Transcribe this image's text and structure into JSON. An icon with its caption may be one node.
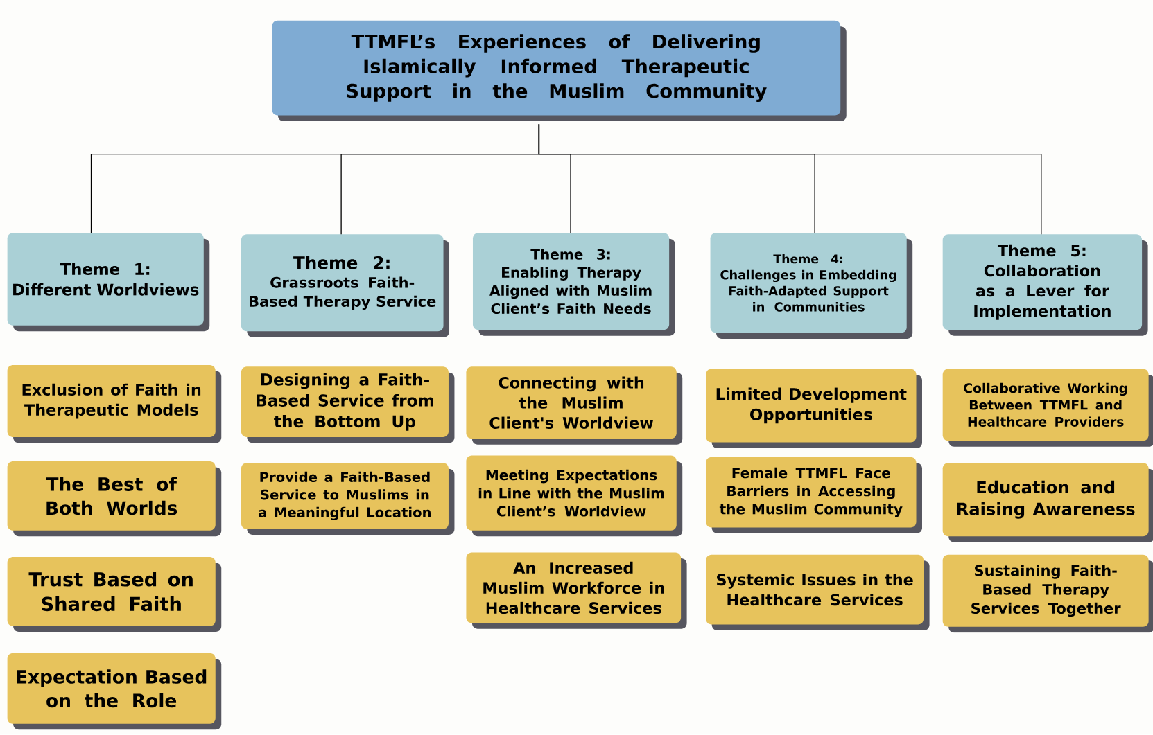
{
  "diagram": {
    "nodes": [
      {
        "text": [
          "TTMFL’s Experiences of Delivering Islamically Informed Therapeutic Support in the Muslim Community"
        ]
      },
      {
        "text": [
          "Theme 1:",
          "Different Worldviews"
        ]
      },
      {
        "text": [
          "Theme 2:",
          "Grassroots Faith-Based Therapy Service"
        ]
      },
      {
        "text": [
          "Theme 3:",
          "Enabling Therapy Aligned with Muslim Client’s Faith Needs"
        ]
      },
      {
        "text": [
          "Theme 4:",
          "Challenges in Embedding Faith-Adapted Support in Communities"
        ]
      },
      {
        "text": [
          "Theme 5:",
          "Collaboration as a Lever for Implementation"
        ]
      },
      {
        "text": [
          "Exclusion of Faith in Therapeutic Models"
        ]
      },
      {
        "text": [
          "The Best of Both Worlds"
        ]
      },
      {
        "text": [
          "Trust Based on Shared Faith"
        ]
      },
      {
        "text": [
          "Expectation Based on the Role"
        ]
      },
      {
        "text": [
          "Designing a Faith-Based Service from the Bottom Up"
        ]
      },
      {
        "text": [
          "Provide a Faith-Based Service to Muslims in a Meaningful Location"
        ]
      },
      {
        "text": [
          "Connecting with the Muslim Client's Worldview"
        ]
      },
      {
        "text": [
          "Meeting Expectations in Line with the Muslim Client’s Worldview"
        ]
      },
      {
        "text": [
          "An Increased Muslim Workforce in Healthcare Services"
        ]
      },
      {
        "text": [
          "Limited Development Opportunities"
        ]
      },
      {
        "text": [
          "Female TTMFL Face Barriers in Accessing the Muslim Community"
        ]
      },
      {
        "text": [
          "Systemic Issues in the Healthcare Services"
        ]
      },
      {
        "text": [
          "Collaborative Working Between TTMFL and Healthcare Providers"
        ]
      },
      {
        "text": [
          "Education and Raising Awareness"
        ]
      },
      {
        "text": [
          "Sustaining Faith-Based Therapy Services Together"
        ]
      }
    ],
    "edges": [
      {
        "from": 0,
        "to": 1,
        "arrow": "none"
      },
      {
        "from": 0,
        "to": 2,
        "arrow": "none"
      },
      {
        "from": 0,
        "to": 3,
        "arrow": "none"
      },
      {
        "from": 0,
        "to": 4,
        "arrow": "none"
      },
      {
        "from": 0,
        "to": 5,
        "arrow": "none"
      }
    ]
  }
}
